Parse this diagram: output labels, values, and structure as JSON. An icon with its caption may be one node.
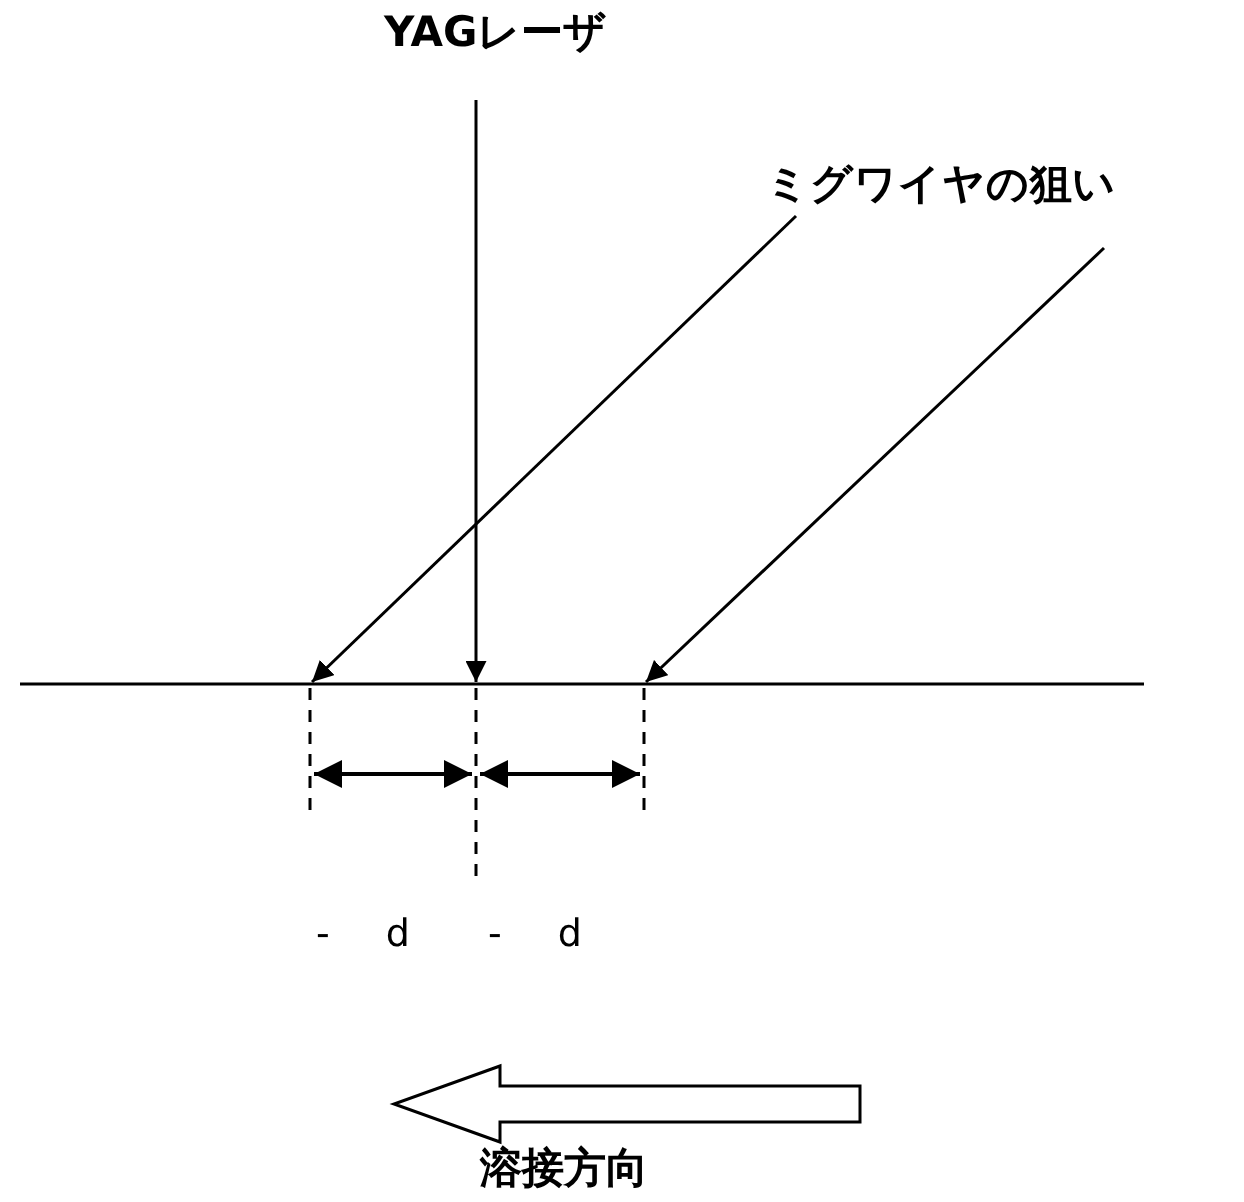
{
  "diagram": {
    "nodes": [
      {
        "text": [
          "YAGレーザ"
        ]
      },
      {
        "text": [
          "ミグワイヤの狙い"
        ]
      }
    ],
    "edges": [
      {
        "from": 0,
        "to": null,
        "arrow": "to"
      },
      {
        "from": 1,
        "to": null,
        "arrow": "to"
      },
      {
        "from": 1,
        "to": null,
        "arrow": "to"
      }
    ],
    "labels": [
      "- d",
      "- d",
      "溶接方向"
    ]
  }
}
